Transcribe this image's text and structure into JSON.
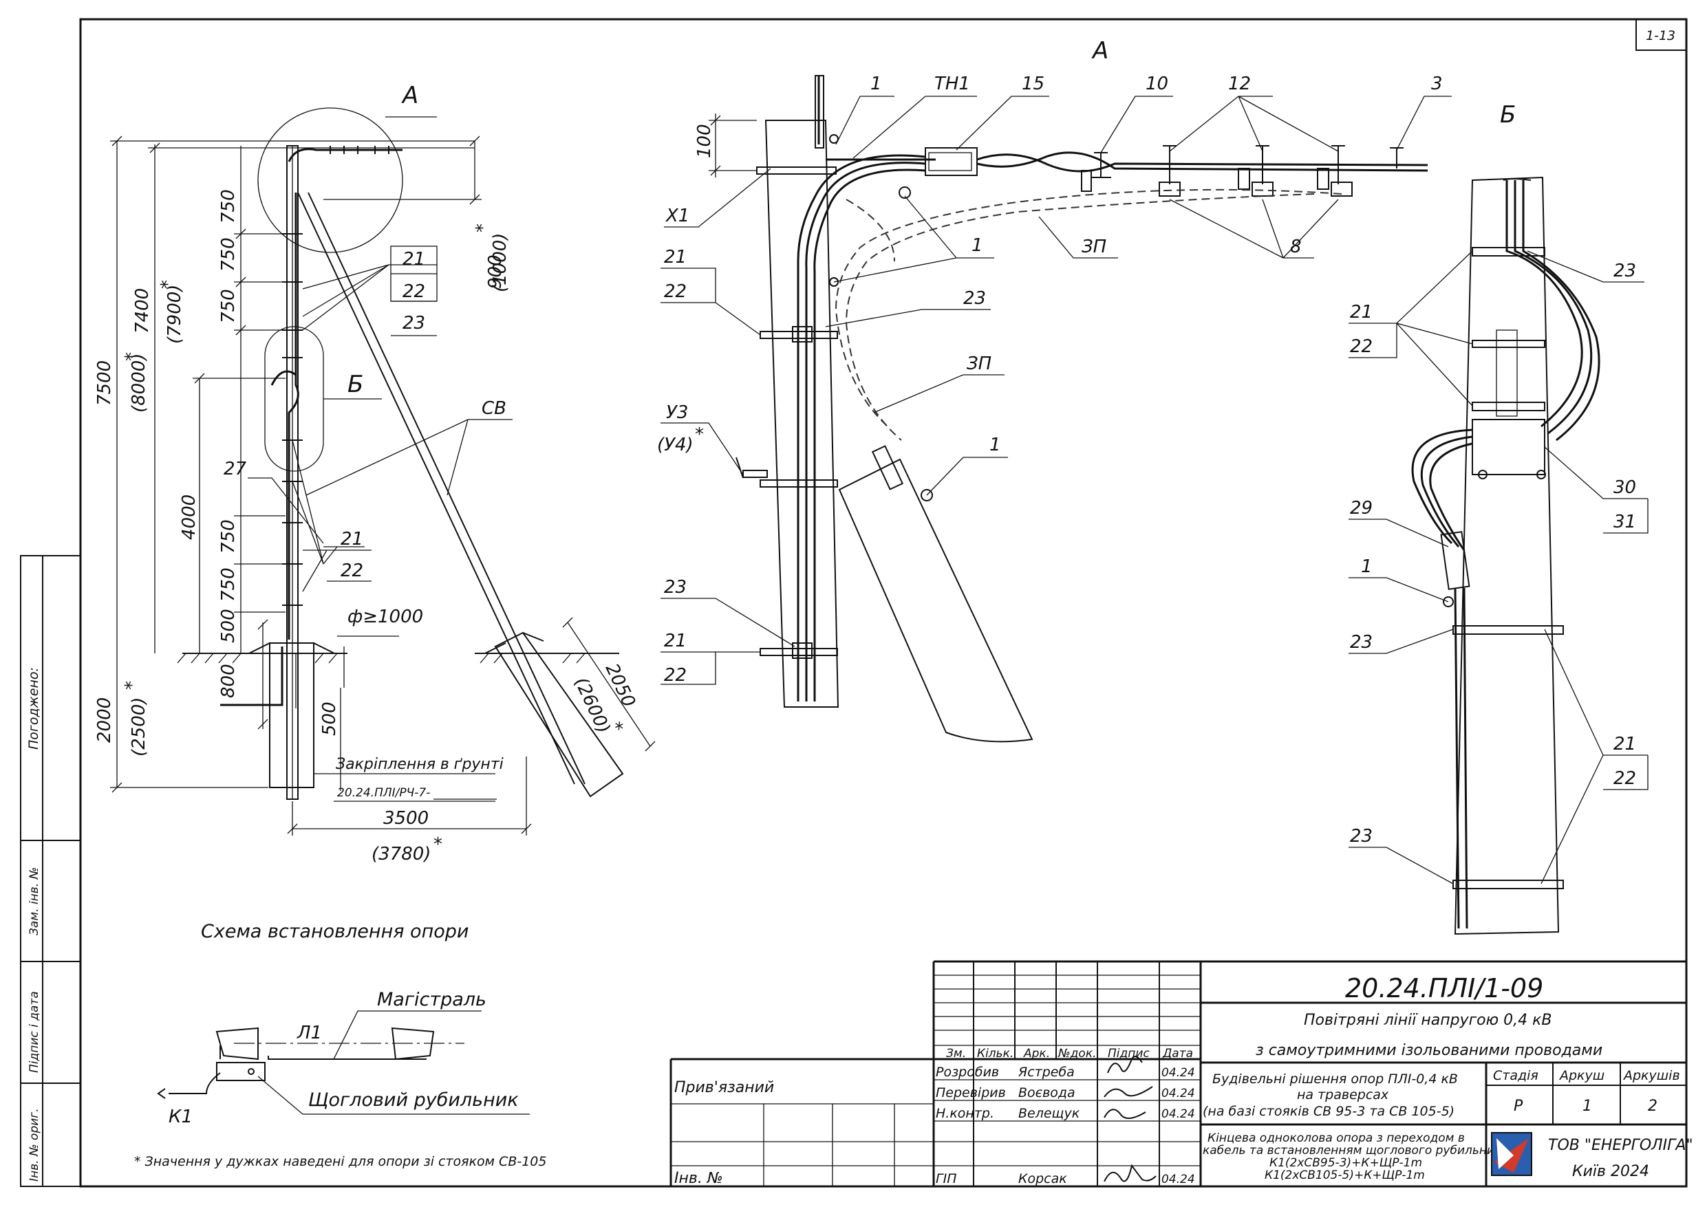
{
  "sheet": {
    "format_number": "1-13"
  },
  "views": {
    "A": "А",
    "B": "Б"
  },
  "scheme": {
    "caption": "Схема встановлення опори",
    "dims": {
      "d7500": "7500",
      "d8000": "(8000)",
      "d7400": "7400",
      "d7900": "(7900)",
      "d900": "900",
      "d1000": "(1000)",
      "d4000": "4000",
      "d750": "750",
      "d500": "500",
      "d800": "800",
      "d2000": "2000",
      "d2500": "(2500)",
      "d3500": "3500",
      "d3780": "(3780)",
      "d2050": "2050",
      "d2600": "(2600)",
      "diam": "ф≥1000",
      "star": "*"
    },
    "labels": {
      "p21": "21",
      "p22": "22",
      "p23": "23",
      "p27": "27",
      "sv": "СВ"
    },
    "ground_fix": {
      "title": "Закріплення в ґрунті",
      "ref": "20.24.ПЛІ/РЧ-7-"
    }
  },
  "viewA": {
    "labels": {
      "p1": "1",
      "tn1": "ТН1",
      "p15": "15",
      "p10": "10",
      "p12": "12",
      "p3": "3",
      "x1": "Х1",
      "p21": "21",
      "p22": "22",
      "p23": "23",
      "zp": "ЗП",
      "p8": "8",
      "u3": "У3",
      "u4": "(У4)",
      "d100": "100",
      "star": "*"
    }
  },
  "viewB": {
    "labels": {
      "p21": "21",
      "p22": "22",
      "p23": "23",
      "p29": "29",
      "p1": "1",
      "p30": "30",
      "p31": "31"
    }
  },
  "legend": {
    "trunk": "Магістраль",
    "line": "Л1",
    "switch": "Щогловий рубильник",
    "k1": "К1"
  },
  "footnote": "* Значення у дужках наведені для опори зі стояком СВ-105",
  "side_stamp": {
    "agreed": "Погоджено:",
    "inv_zam": "Зам. інв. №",
    "sign_date": "Підпис і дата",
    "inv_orig": "Інв. № ориг."
  },
  "title_block": {
    "code": "20.24.ПЛІ/1-09",
    "project_line1": "Повітряні лінії напругою 0,4 кВ",
    "project_line2": "з самоутримними ізольованими проводами",
    "section_line1": "Будівельні рішення опор ПЛІ-0,4 кВ",
    "section_line2": "на траверсах",
    "section_line3": "(на базі стояків СВ 95-3 та СВ 105-5)",
    "drawing_line1": "Кінцева одноколова опора з переходом в",
    "drawing_line2": "кабель та встановленням щоглового рубильника",
    "drawing_line3": "К1(2хСВ95-3)+К+ЩР-1m",
    "drawing_line4": "К1(2хСВ105-5)+К+ЩР-1m",
    "headers": {
      "zm": "Зм.",
      "kilk": "Кільк.",
      "ark": "Арк.",
      "ndok": "№док.",
      "pidpys": "Підпис",
      "data": "Дата"
    },
    "privyazanyi": "Прив'язаний",
    "inv_no": "Інв. №",
    "people": [
      {
        "role": "Розробив",
        "name": "Ястреба",
        "date": "04.24"
      },
      {
        "role": "Перевірив",
        "name": "Воєвода",
        "date": "04.24"
      },
      {
        "role": "Н.контр.",
        "name": "Велещук",
        "date": "04.24"
      },
      {
        "role": "ГІП",
        "name": "Корсак",
        "date": "04.24"
      }
    ],
    "stage_h": "Стадія",
    "sheet_h": "Аркуш",
    "sheets_h": "Аркушів",
    "stage": "Р",
    "sheet": "1",
    "sheets": "2",
    "company": "ТОВ \"ЕНЕРГОЛІГА\"",
    "city": "Київ 2024"
  }
}
